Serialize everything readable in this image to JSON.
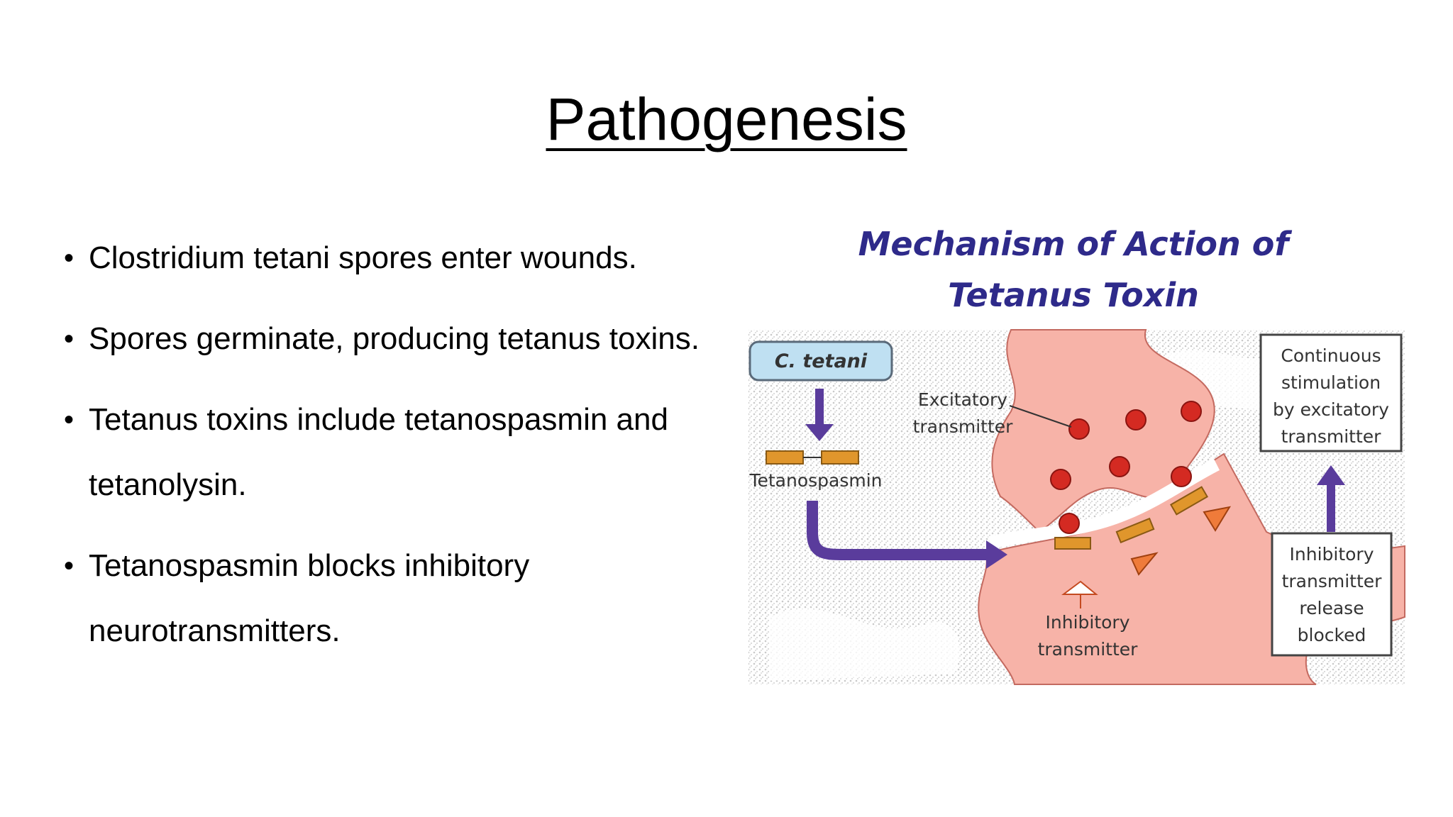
{
  "slide": {
    "title": "Pathogenesis",
    "bullets": [
      "Clostridium tetani spores enter wounds.",
      "Spores germinate, producing tetanus toxins.",
      "Tetanus toxins include tetanospasmin and tetanolysin.",
      "Tetanospasmin blocks inhibitory neurotransmitters."
    ]
  },
  "figure": {
    "title_line1": "Mechanism of  Action of",
    "title_line2": "Tetanus Toxin",
    "labels": {
      "c_tetani": "C. tetani",
      "excitatory_1": "Excitatory",
      "excitatory_2": "transmitter",
      "tetanospasmin": "Tetanospasmin",
      "inhibitory_1": "Inhibitory",
      "inhibitory_2": "transmitter",
      "continuous_1": "Continuous",
      "continuous_2": "stimulation",
      "continuous_3": "by excitatory",
      "continuous_4": "transmitter",
      "blocked_1": "Inhibitory",
      "blocked_2": "transmitter",
      "blocked_3": "release",
      "blocked_4": "blocked"
    },
    "colors": {
      "title": "#2e2a8a",
      "neuron": "#f7b3a8",
      "vesicle": "#d42a22",
      "toxin": "#e0962c",
      "arrow": "#5a3c9c",
      "c_tetani_box": "#bfe0f2",
      "speckle": "#cfcfcf"
    }
  }
}
